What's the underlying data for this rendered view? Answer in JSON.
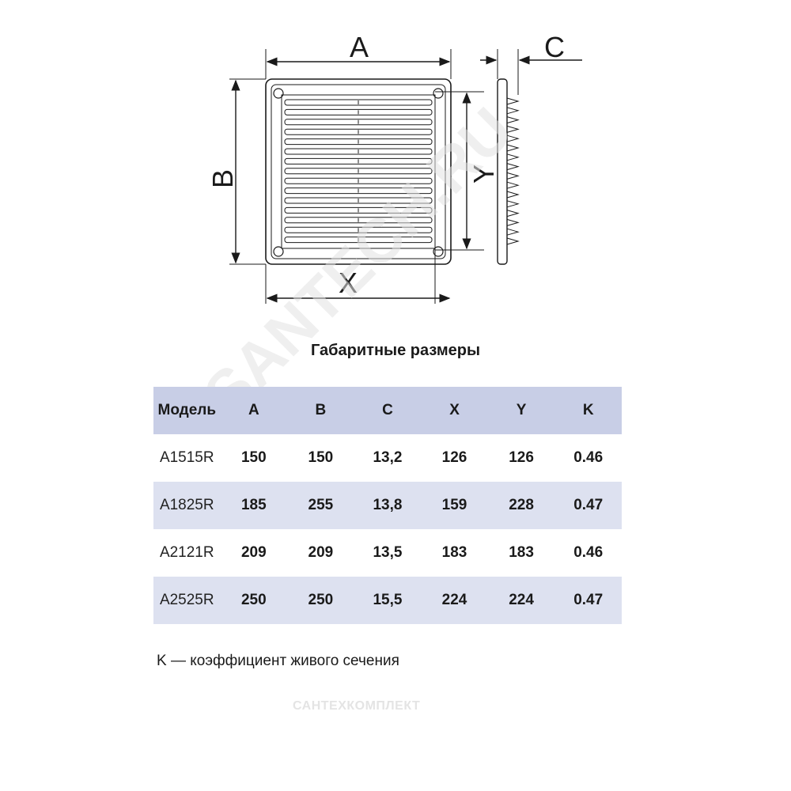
{
  "drawing": {
    "labels": {
      "a": "A",
      "b": "B",
      "c": "C",
      "x": "X",
      "y": "Y"
    }
  },
  "section_title": "Габаритные размеры",
  "table": {
    "headers": [
      "Модель",
      "A",
      "B",
      "C",
      "X",
      "Y",
      "K"
    ],
    "rows": [
      [
        "A1515R",
        "150",
        "150",
        "13,2",
        "126",
        "126",
        "0.46"
      ],
      [
        "A1825R",
        "185",
        "255",
        "13,8",
        "159",
        "228",
        "0.47"
      ],
      [
        "A2121R",
        "209",
        "209",
        "13,5",
        "183",
        "183",
        "0.46"
      ],
      [
        "A2525R",
        "250",
        "250",
        "15,5",
        "224",
        "224",
        "0.47"
      ]
    ],
    "colors": {
      "header_bg": "#c8cee6",
      "stripe_bg": "#dde1f0"
    }
  },
  "footnote": "K — коэффициент живого сечения",
  "watermarks": {
    "main": "SANTECH.RU",
    "bottom": "САНТЕХКОМПЛЕКТ"
  }
}
